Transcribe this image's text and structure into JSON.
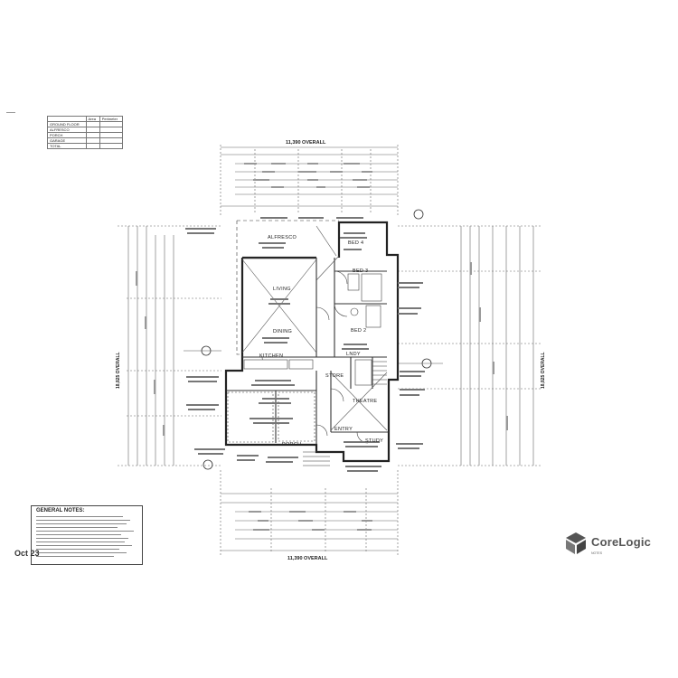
{
  "area_table": {
    "headers": [
      "",
      "Area",
      "Perimeter"
    ],
    "rows": [
      [
        "GROUND FLOOR",
        "",
        ""
      ],
      [
        "ALFRESCO",
        "",
        ""
      ],
      [
        "PORCH",
        "",
        ""
      ],
      [
        "GARAGE",
        "",
        ""
      ],
      [
        "TOTAL",
        "",
        ""
      ]
    ]
  },
  "overall_dimension_top": "11,390 OVERALL",
  "overall_dimension_bottom": "11,390 OVERALL",
  "side_dimension_left": "18,825 OVERALL",
  "side_dimension_right": "18,825 OVERALL",
  "rooms": {
    "alfresco": "ALFRESCO",
    "bed4": "BED 4",
    "bed3": "BED 3",
    "living": "LIVING",
    "dining": "DINING",
    "bed2": "BED 2",
    "kitchen": "KITCHEN",
    "lndy": "LNDY",
    "store": "STORE",
    "theatre": "THEATRE",
    "entry": "ENTRY",
    "porch": "PORCH",
    "study": "STUDY"
  },
  "notes_title": "GENERAL NOTES:",
  "stamp": "Oct 23",
  "logo": {
    "name": "CoreLogic",
    "tagline": "NOTES",
    "icon": "corelogic-logo-icon"
  }
}
